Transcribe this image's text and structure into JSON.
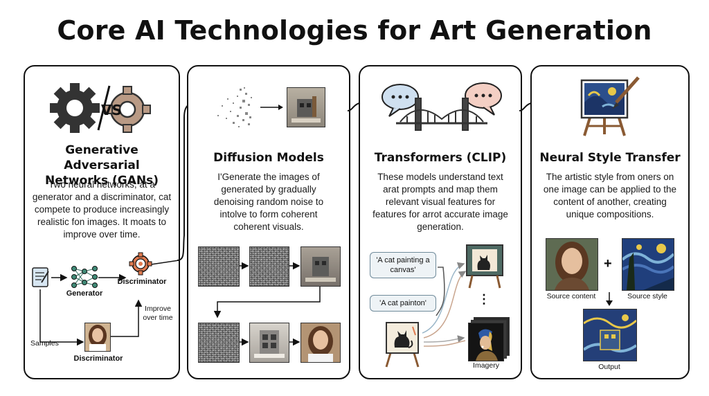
{
  "title": "Core AI Technologies for Art Generation",
  "panels": {
    "gan": {
      "title": "Generative Adversarial Networks (GANs)",
      "description": "Two neural networks, at a generator and a discriminator, cat compete to produce increasingly realistic fon images. It moats to improve over time.",
      "labels": {
        "generator": "Generator",
        "discriminator_top": "Discriminator",
        "discriminator_bottom": "Discriminator",
        "samples": "Samples",
        "improve": "Improve over time",
        "vs": "VS"
      }
    },
    "diffusion": {
      "title": "Diffusion Models",
      "description": "I'Generate the images of generated by gradually denoising random noise to intolve to form coherent coherent visuals."
    },
    "transformers": {
      "title": "Transformers (CLIP)",
      "description": "These models understand text arat prompts and map them relevant visual features for features for arrot accurate image generation.",
      "prompt1": "'A cat painting a canvas'",
      "prompt2": "'A cat painton'",
      "imagery": "Imagery",
      "ellipsis": "⋮"
    },
    "style": {
      "title": "Neural Style Transfer",
      "description": "The artistic style from oners on one image can be applied to the content of another, creating unique compositions.",
      "source_content": "Source content",
      "source_style": "Source style",
      "output": "Output",
      "plus": "+"
    }
  },
  "colors": {
    "gear_dark": "#333333",
    "gear_tan": "#b99a85",
    "bubble_blue": "#cfe0f0",
    "bubble_pink": "#f4cfc4",
    "accent_orange": "#e07a4f",
    "starry_blue": "#1f3d7a",
    "starry_yellow": "#e8c84a"
  }
}
